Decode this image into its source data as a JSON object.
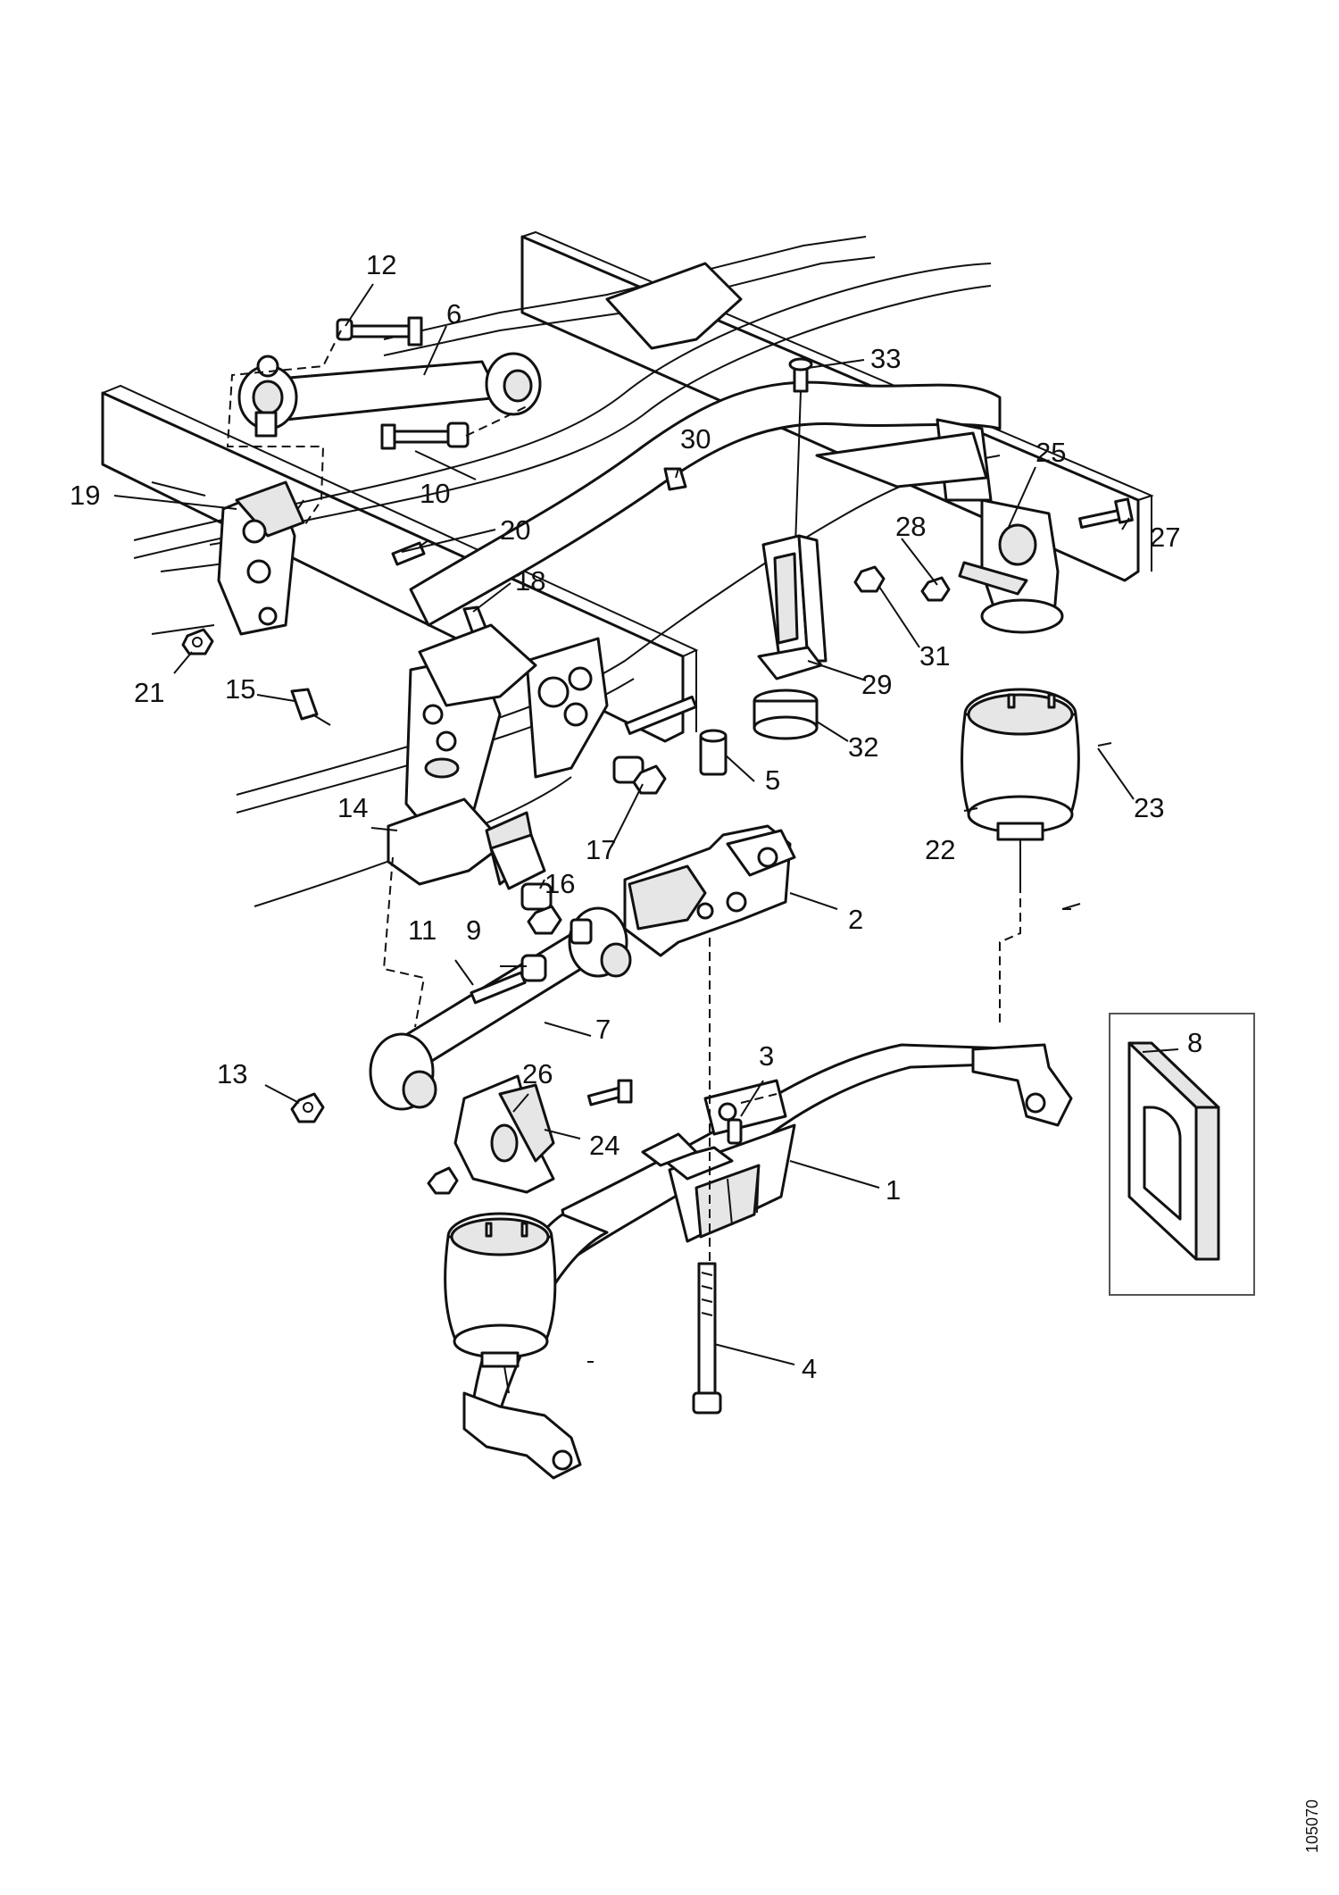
{
  "figure_ref": "105070",
  "callouts": {
    "c1": "1",
    "c2": "2",
    "c3": "3",
    "c4": "4",
    "c5": "5",
    "c6": "6",
    "c7": "7",
    "c8": "8",
    "c9": "9",
    "c10": "10",
    "c11": "11",
    "c12": "12",
    "c13": "13",
    "c14": "14",
    "c15": "15",
    "c16": "16",
    "c17": "17",
    "c18": "18",
    "c19": "19",
    "c20": "20",
    "c21": "21",
    "c22": "22",
    "c23": "23",
    "c24": "24",
    "c25": "25",
    "c26": "26",
    "c27": "27",
    "c28": "28",
    "c29": "29",
    "c30": "30",
    "c31": "31",
    "c32": "32",
    "c33": "33"
  }
}
